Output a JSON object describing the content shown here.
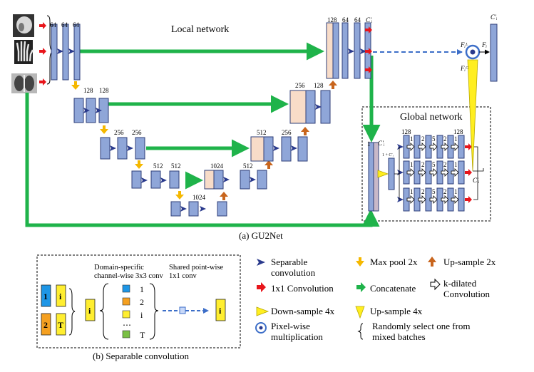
{
  "top": {
    "local_title": "Local network",
    "global_title": "Global network",
    "caption_a": "(a) GU2Net",
    "caption_b": "(b) Separable convolution",
    "channels": {
      "c64a": "64",
      "c64b": "64",
      "c64c": "64",
      "c128a": "128",
      "c128b": "128",
      "c256a": "256",
      "c256b": "256",
      "c512a": "512",
      "c512b": "512",
      "c1024": "1024",
      "c1024b": "1024",
      "d512a": "512",
      "d512b": "512",
      "d256a": "256",
      "d256b": "256",
      "d128a": "128",
      "d128b": "128",
      "d64a": "64",
      "d64b": "64",
      "ci_top": "C′ᵢ",
      "g128a": "128",
      "g128b": "128",
      "g_one": "1",
      "g_onec": "1 + C′ᵢ",
      "g_ci": "C′ᵢ",
      "g_ci2": "C′ᵢ",
      "out_ci": "C′ᵢ"
    },
    "dil": [
      "1",
      "2",
      "5",
      "2",
      "1"
    ],
    "fusion": {
      "fl": "Fᵢᴸ",
      "fg": "Fᵢᴳ",
      "fi": "Fᵢ"
    }
  },
  "sepconv": {
    "domain_label": "Domain-specific\nchannel-wise 3x3 conv",
    "shared_label": "Shared point-wise\n1x1 conv",
    "tiles": [
      "1",
      "i",
      "2",
      "T"
    ],
    "mid": "i",
    "list": [
      "1",
      "2",
      "i",
      "⋯",
      "T"
    ],
    "out": "i"
  },
  "legend": [
    {
      "icon": "separable-icon",
      "text": "Separable\nconvolution"
    },
    {
      "icon": "maxpool-icon",
      "text": "Max pool 2x"
    },
    {
      "icon": "upsample-icon",
      "text": "Up-sample 2x"
    },
    {
      "icon": "conv1x1-icon",
      "text": "1x1 Convolution"
    },
    {
      "icon": "concat-icon",
      "text": "Concatenate"
    },
    {
      "icon": "dilated-icon",
      "text": "k-dilated\nConvolution"
    },
    {
      "icon": "downsample4-icon",
      "text": "Down-sample 4x"
    },
    {
      "icon": "upsample4-icon",
      "text": "Up-sample 4x"
    },
    {
      "icon": "pixelwise-icon",
      "text": "Pixel-wise\nmultiplication"
    },
    {
      "icon": "random-select-icon",
      "text": "Randomly select one from\nmixed batches"
    }
  ],
  "colors": {
    "block": "#8fa6d8",
    "block_stroke": "#2f3f78",
    "concat_block": "#f8dcc8",
    "arrow_blue": "#2a3a8c",
    "arrow_red": "#e8151b",
    "arrow_green": "#1fb34a",
    "arrow_yellow": "#f5b800",
    "arrow_orange": "#c8651d",
    "dashed": "#3c6ec8",
    "tri_yellow": "#ffee20",
    "tile_blue": "#1e96e6",
    "tile_yellow": "#ffee30",
    "tile_orange": "#f5a020",
    "tile_green": "#7ac043"
  }
}
